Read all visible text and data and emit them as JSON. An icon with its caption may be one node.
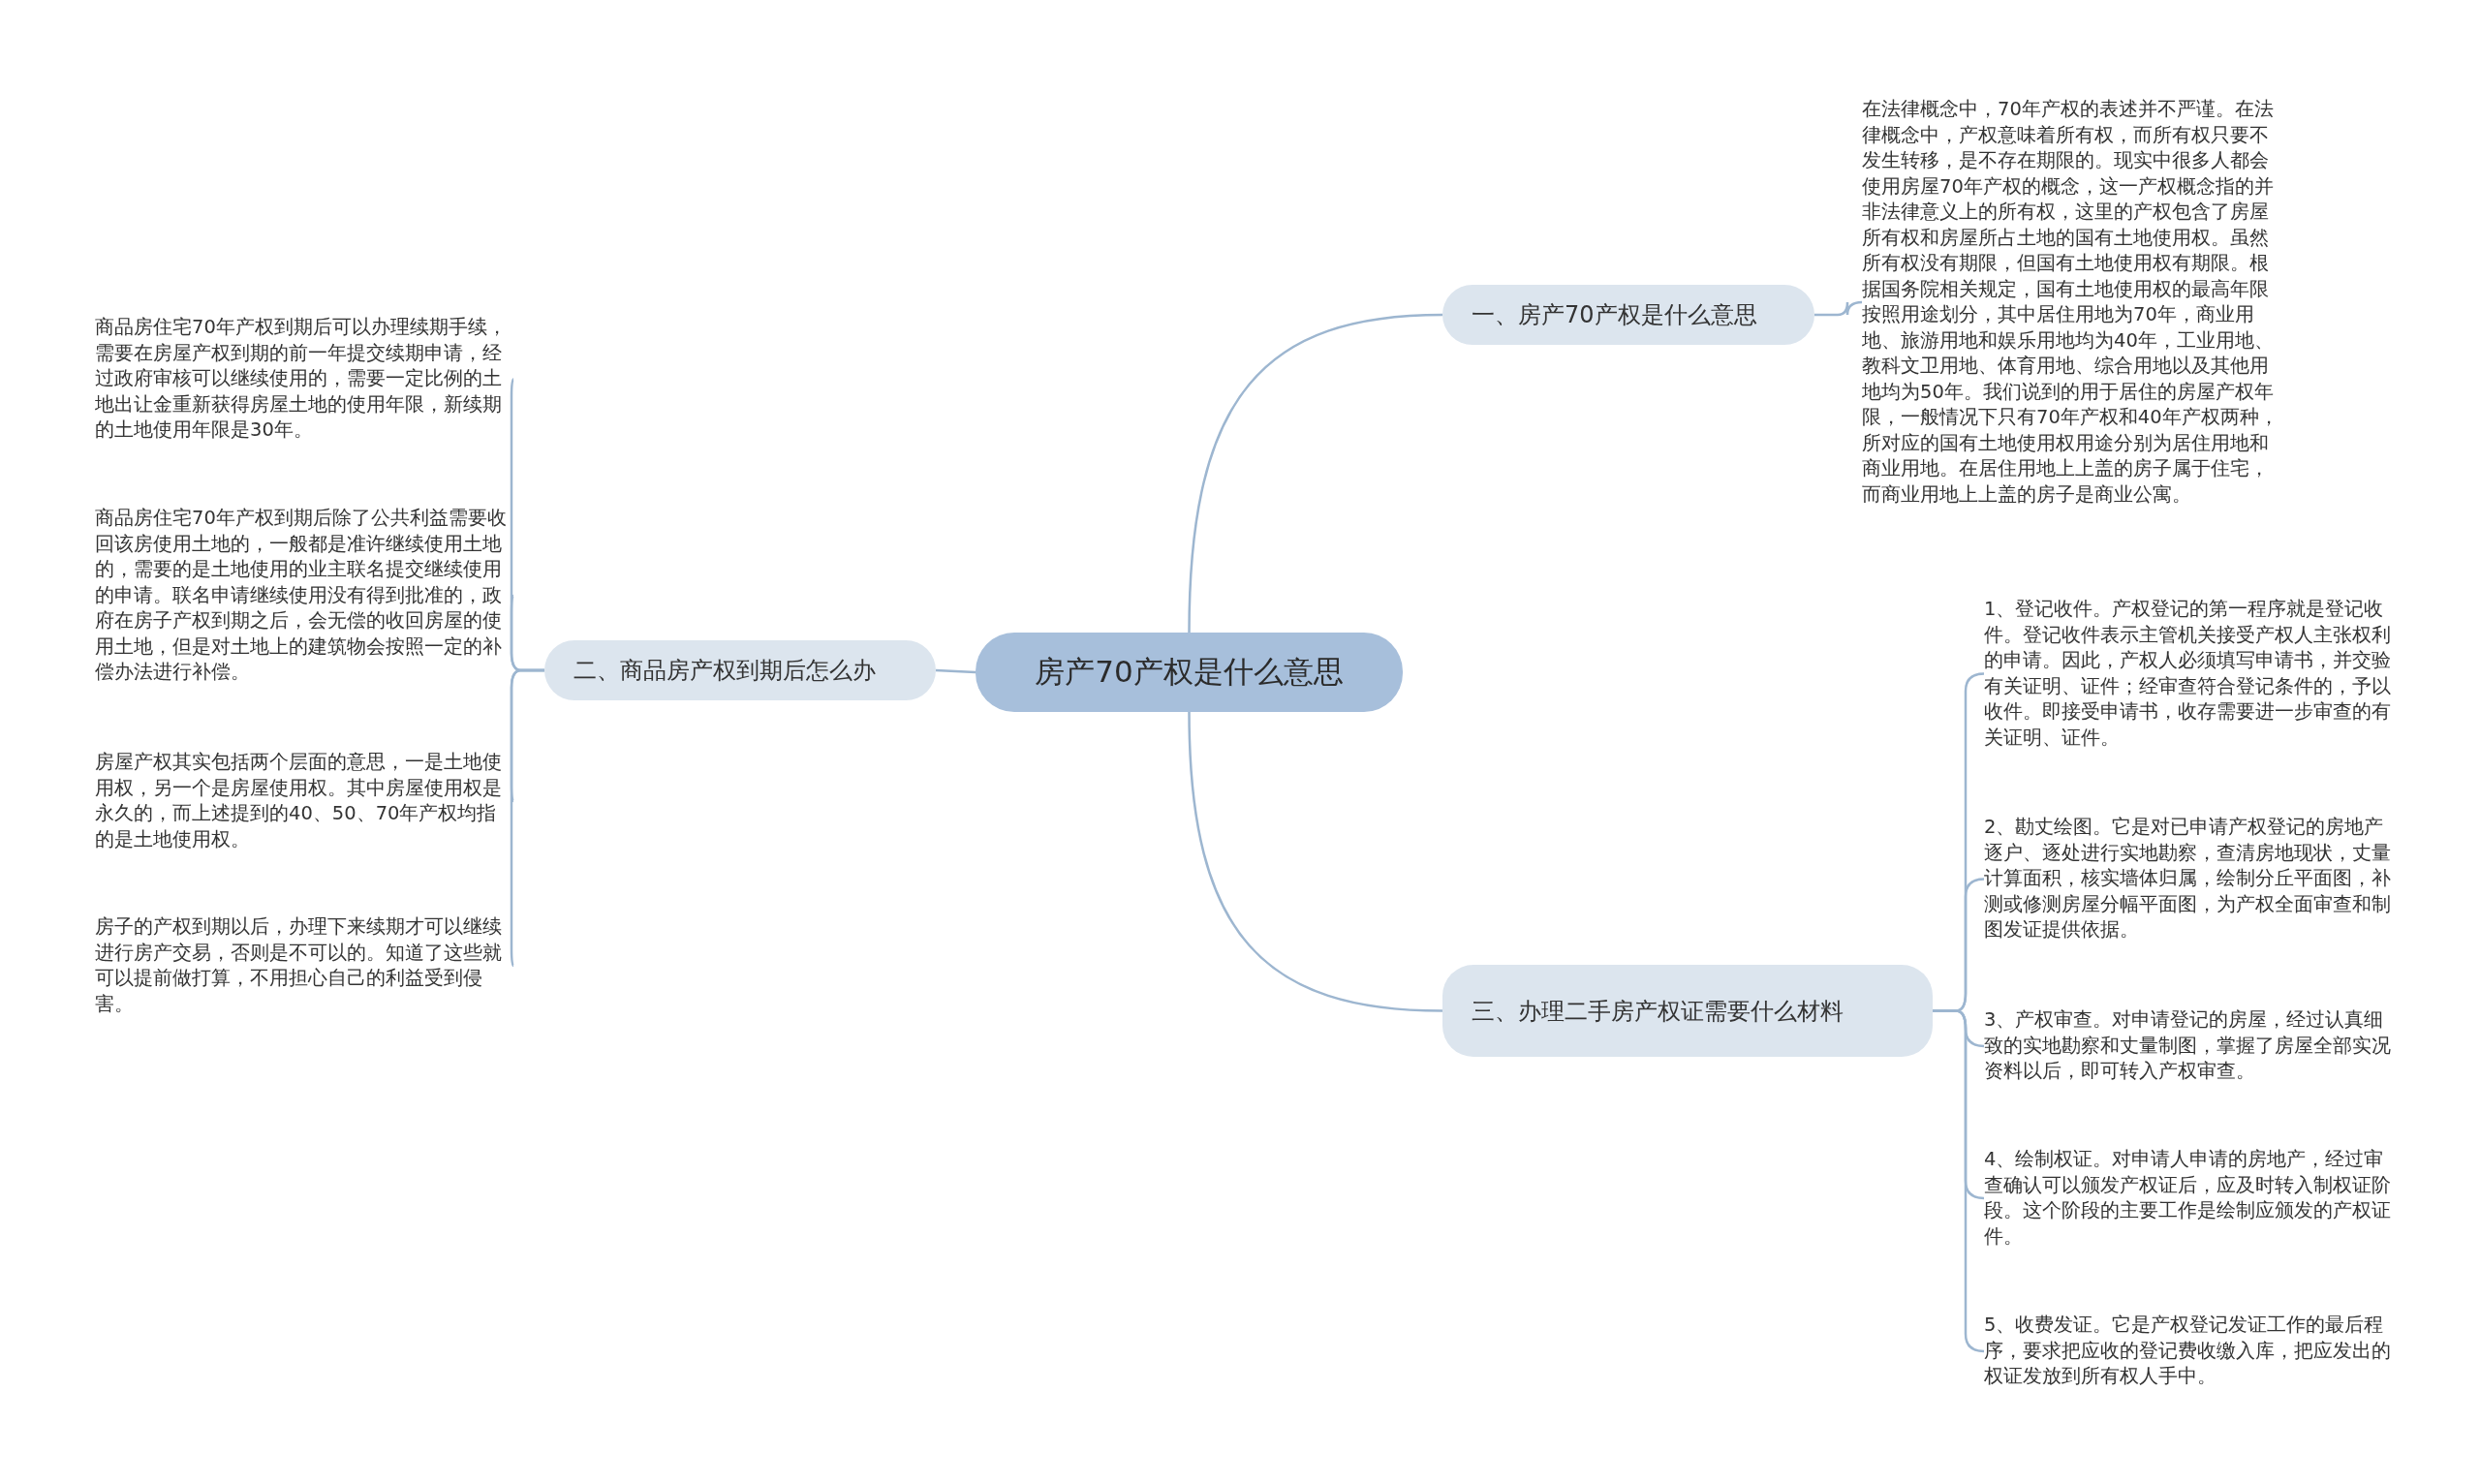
{
  "diagram": {
    "nodes": [
      {
        "text": [
          "房产70产权是什么意思"
        ]
      },
      {
        "text": [
          "一、房产70产权是什么意思"
        ]
      },
      {
        "text": [
          "在法律概念中，70年产权的表述并不严谨。在法律概念中，产权意味着所有权，而所有权只要不发生转移，是不存在期限的。现实中很多人都会使用房屋70年产权的概念，这一产权概念指的并非法律意义上的所有权，这里的产权包含了房屋所有权和房屋所占土地的国有土地使用权。虽然所有权没有期限，但国有土地使用权有期限。根据国务院相关规定，国有土地使用权的最高年限按照用途划分，其中居住用地为70年，商业用地、旅游用地和娱乐用地均为40年，工业用地、教科文卫用地、体育用地、综合用地以及其他用地均为50年。我们说到的用于居住的房屋产权年限，一般情况下只有70年产权和40年产权两种，所对应的国有土地使用权用途分别为居住用地和商业用地。在居住用地上上盖的房子属于住宅，而商业用地上上盖的房子是商业公寓。"
        ]
      },
      {
        "text": [
          "二、商品房产权到期后怎么办"
        ]
      },
      {
        "text": [
          "商品房住宅70年产权到期后可以办理续期手续，需要在房屋产权到期的前一年提交续期申请，经过政府审核可以继续使用的，需要一定比例的土地出让金重新获得房屋土地的使用年限，新续期的土地使用年限是30年。"
        ]
      },
      {
        "text": [
          "商品房住宅70年产权到期后除了公共利益需要收回该房使用土地的，一般都是准许继续使用土地的，需要的是土地使用的业主联名提交继续使用的申请。联名申请继续使用没有得到批准的，政府在房子产权到期之后，会无偿的收回房屋的使用土地，但是对土地上的建筑物会按照一定的补偿办法进行补偿。"
        ]
      },
      {
        "text": [
          "房屋产权其实包括两个层面的意思，一是土地使用权，另一个是房屋使用权。其中房屋使用权是永久的，而上述提到的40、50、70年产权均指的是土地使用权。"
        ]
      },
      {
        "text": [
          "房子的产权到期以后，办理下来续期才可以继续进行房产交易，否则是不可以的。知道了这些就可以提前做打算，不用担心自己的利益受到侵害。"
        ]
      },
      {
        "text": [
          "三、办理二手房产权证需要什么材料"
        ]
      },
      {
        "text": [
          "1、登记收件。产权登记的第一程序就是登记收件。登记收件表示主管机关接受产权人主张权利的申请。因此，产权人必须填写申请书，并交验有关证明、证件；经审查符合登记条件的，予以收件。即接受申请书，收存需要进一步审查的有关证明、证件。"
        ]
      },
      {
        "text": [
          "2、勘丈绘图。它是对已申请产权登记的房地产逐户、逐处进行实地勘察，查清房地现状，丈量计算面积，核实墙体归属，绘制分丘平面图，补测或修测房屋分幅平面图，为产权全面审查和制图发证提供依据。"
        ]
      },
      {
        "text": [
          "3、产权审查。对申请登记的房屋，经过认真细致的实地勘察和丈量制图，掌握了房屋全部实况资料以后，即可转入产权审查。"
        ]
      },
      {
        "text": [
          "4、绘制权证。对申请人申请的房地产，经过审查确认可以颁发产权证后，应及时转入制权证阶段。这个阶段的主要工作是绘制应颁发的产权证件。"
        ]
      },
      {
        "text": [
          "5、收费发证。它是产权登记发证工作的最后程序，要求把应收的登记费收缴入库，把应发出的权证发放到所有权人手中。"
        ]
      }
    ],
    "edges": [
      {
        "from": 0,
        "to": 1,
        "arrow": "none"
      },
      {
        "from": 1,
        "to": 2,
        "arrow": "none"
      },
      {
        "from": 0,
        "to": 3,
        "arrow": "none"
      },
      {
        "from": 3,
        "to": 4,
        "arrow": "none"
      },
      {
        "from": 3,
        "to": 5,
        "arrow": "none"
      },
      {
        "from": 3,
        "to": 6,
        "arrow": "none"
      },
      {
        "from": 3,
        "to": 7,
        "arrow": "none"
      },
      {
        "from": 0,
        "to": 8,
        "arrow": "none"
      },
      {
        "from": 8,
        "to": 9,
        "arrow": "none"
      },
      {
        "from": 8,
        "to": 10,
        "arrow": "none"
      },
      {
        "from": 8,
        "to": 11,
        "arrow": "none"
      },
      {
        "from": 8,
        "to": 12,
        "arrow": "none"
      },
      {
        "from": 8,
        "to": 13,
        "arrow": "none"
      }
    ]
  }
}
